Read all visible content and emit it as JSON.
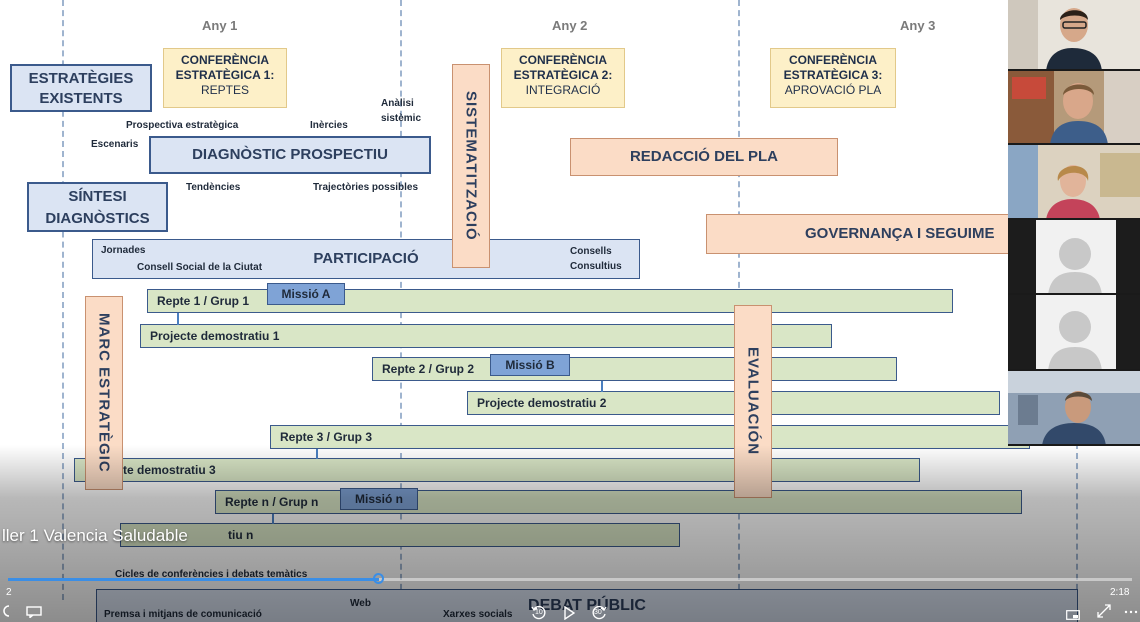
{
  "years": {
    "y1": "Any 1",
    "y2": "Any 2",
    "y3": "Any 3"
  },
  "conferences": [
    {
      "title": "CONFERÈNCIA ESTRATÈGICA 1:",
      "subtitle": "REPTES"
    },
    {
      "title": "CONFERÈNCIA ESTRATÈGICA 2:",
      "subtitle": "INTEGRACIÓ"
    },
    {
      "title": "CONFERÈNCIA ESTRATÈGICA 3:",
      "subtitle": "APROVACIÓ PLA"
    }
  ],
  "boxes": {
    "estrategies": "ESTRATÈGIES EXISTENTS",
    "sintesi": "SÍNTESI DIAGNÒSTICS",
    "diagnostic": "DIAGNÒSTIC PROSPECTIU",
    "participacio": "PARTICIPACIÓ",
    "sistematitzacio": "SISTEMATITZACIÓ",
    "redaccio": "REDACCIÓ DEL PLA",
    "governanca": "GOVERNANÇA I SEGUIME",
    "marc": "MARC ESTRATÈGIC",
    "evaluacion": "EVALUACIÓN",
    "debat": "DEBAT PÚBLIC"
  },
  "labels": {
    "prospectiva": "Prospectiva estratègica",
    "inercies": "Inèrcies",
    "analisi": "Anàlisi sistèmic",
    "escenaris": "Escenaris",
    "tendencies": "Tendències",
    "trajectories": "Trajectòries possibles",
    "jornades": "Jornades",
    "consell_social": "Consell Social de la Ciutat",
    "consells": "Consells Consultius",
    "cicles": "Cicles de conferències i debats temàtics",
    "premsa": "Premsa i mitjans de comunicació",
    "web": "Web",
    "xarxes": "Xarxes socials"
  },
  "bars": [
    {
      "label": "Repte 1 / Grup 1"
    },
    {
      "label": "Projecte demostratiu 1"
    },
    {
      "label": "Repte 2 / Grup 2"
    },
    {
      "label": "Projecte demostratiu 2"
    },
    {
      "label": "Repte 3 / Grup 3"
    },
    {
      "label": "te demostratiu 3"
    },
    {
      "label": "Repte n / Grup n"
    },
    {
      "label": "tiu n"
    }
  ],
  "missions": {
    "a": "Missió A",
    "b": "Missió B",
    "n": "Missió n"
  },
  "video": {
    "caption": "ller 1 Valencia Saludable",
    "time_left": "2",
    "time_right": "2:18",
    "skip_back": "10",
    "skip_forward": "30",
    "progress": 0.33
  },
  "participants": [
    "participant-1",
    "participant-2",
    "participant-3",
    "participant-4",
    "participant-5",
    "participant-6"
  ],
  "colors": {
    "blue_border": "#3b5a8c",
    "blue_fill": "#dbe4f3",
    "green_fill": "#d9e6c6",
    "peach_fill": "#fbdcc6",
    "conf_fill": "#fdf0c8",
    "progress": "#3a8ee6"
  }
}
